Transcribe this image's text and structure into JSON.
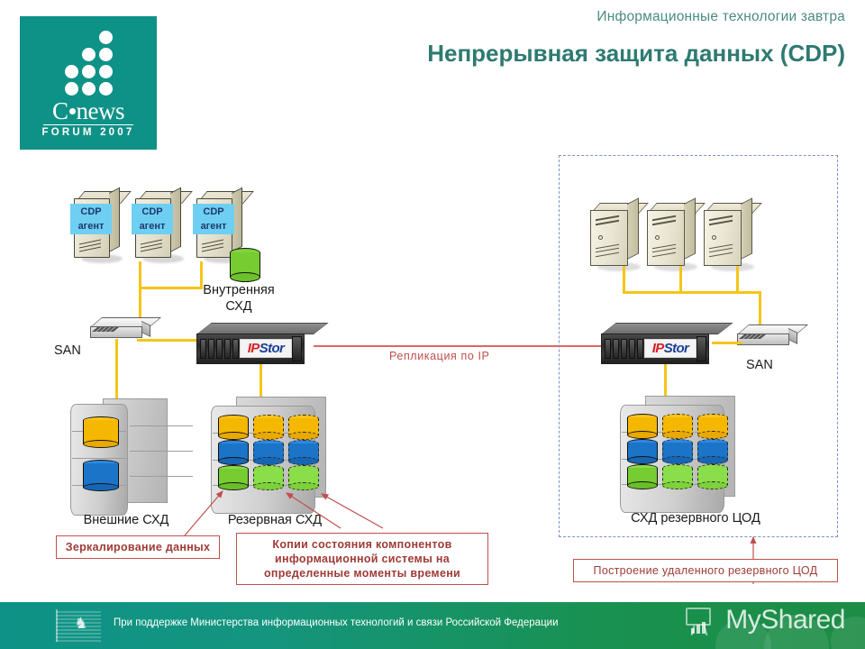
{
  "header": {
    "kicker": "Информационные технологии завтра",
    "title": "Непрерывная защита данных (CDP)",
    "accent_color": "#2e7a72",
    "kicker_color": "#4b8b82"
  },
  "logo": {
    "name": "CNews",
    "wordmark_c": "C",
    "wordmark_news": "news",
    "subtitle": "FORUM  2007",
    "background_color": "#0e9287"
  },
  "diagram": {
    "agents": [
      {
        "line1": "CDP",
        "line2": "агент"
      },
      {
        "line1": "CDP",
        "line2": "агент"
      },
      {
        "line1": "CDP",
        "line2": "агент"
      }
    ],
    "labels": {
      "internal_storage": "Внутренняя\nСХД",
      "san_left": "SAN",
      "san_right": "SAN",
      "external_storage": "Внешние СХД",
      "backup_storage": "Резервная СХД",
      "remote_dc_storage": "СХД резервного ЦОД"
    },
    "appliances": {
      "ipstor_left": {
        "brand_ip": "IP",
        "brand_stor": "Stor"
      },
      "ipstor_right": {
        "brand_ip": "IP",
        "brand_stor": "Stor"
      }
    },
    "replication_link": {
      "label": "Репликация по IP",
      "color": "#c0504d"
    },
    "callouts": [
      {
        "text": "Зеркалирование данных"
      },
      {
        "text": "Копии состояния компонентов\nинформационной системы на\nопределенные моменты времени"
      },
      {
        "text": "Построение удаленного  резервного ЦОД"
      }
    ],
    "colors": {
      "link": "#f5c518",
      "callout_border": "#c0504d",
      "callout_text": "#9e3b36",
      "zone_border": "#7b93c7",
      "agent_tag": "#6ecff2",
      "disk_yellow": "#f5b800",
      "disk_blue": "#1b74c8",
      "disk_green": "#76cc31"
    }
  },
  "footer": {
    "text": "При поддержке Министерства информационных технологий и связи Российской Федерации",
    "watermark": "MyShared"
  }
}
